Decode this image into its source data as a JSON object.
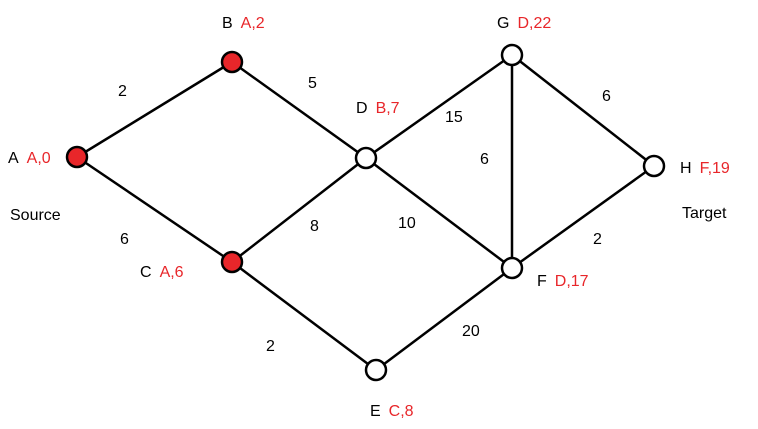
{
  "colors": {
    "visited": "#e8262a",
    "unvisited": "#ffffff",
    "annotation": "#e8262a"
  },
  "nodes": [
    {
      "id": "A",
      "label": "A",
      "annotation": "A,0",
      "visited": true
    },
    {
      "id": "B",
      "label": "B",
      "annotation": "A,2",
      "visited": true
    },
    {
      "id": "C",
      "label": "C",
      "annotation": "A,6",
      "visited": true
    },
    {
      "id": "D",
      "label": "D",
      "annotation": "B,7",
      "visited": false
    },
    {
      "id": "E",
      "label": "E",
      "annotation": "C,8",
      "visited": false
    },
    {
      "id": "F",
      "label": "F",
      "annotation": "D,17",
      "visited": false
    },
    {
      "id": "G",
      "label": "G",
      "annotation": "D,22",
      "visited": false
    },
    {
      "id": "H",
      "label": "H",
      "annotation": "F,19",
      "visited": false
    }
  ],
  "edges": [
    {
      "from": "A",
      "to": "B",
      "weight": "2"
    },
    {
      "from": "A",
      "to": "C",
      "weight": "6"
    },
    {
      "from": "B",
      "to": "D",
      "weight": "5"
    },
    {
      "from": "C",
      "to": "D",
      "weight": "8"
    },
    {
      "from": "C",
      "to": "E",
      "weight": "2"
    },
    {
      "from": "D",
      "to": "G",
      "weight": "15"
    },
    {
      "from": "D",
      "to": "F",
      "weight": "10"
    },
    {
      "from": "G",
      "to": "F",
      "weight": "6"
    },
    {
      "from": "G",
      "to": "H",
      "weight": "6"
    },
    {
      "from": "F",
      "to": "H",
      "weight": "2"
    },
    {
      "from": "E",
      "to": "F",
      "weight": "20"
    }
  ],
  "roles": {
    "source": "Source",
    "target": "Target"
  }
}
